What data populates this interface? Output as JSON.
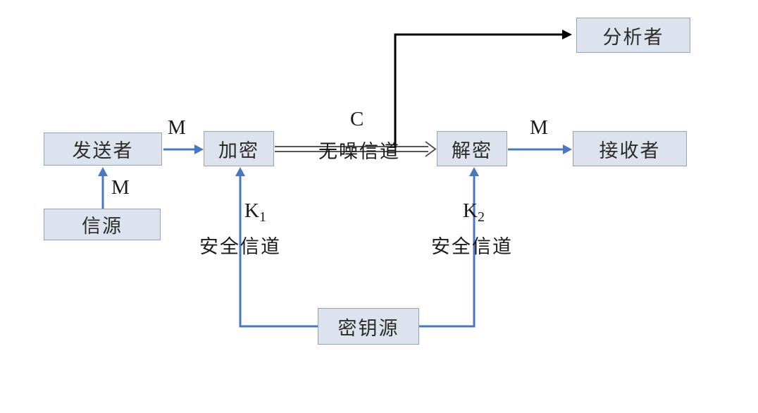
{
  "diagram": {
    "title_hint": "cryptosystem-model",
    "nodes": {
      "sender": "发送者",
      "source": "信源",
      "encrypt": "加密",
      "decrypt": "解密",
      "receiver": "接收者",
      "analyst": "分析者",
      "key_source": "密钥源"
    },
    "labels": {
      "m_sender_encrypt": "M",
      "m_source_sender": "M",
      "m_decrypt_receiver": "M",
      "c": "C",
      "noiseless_channel": "无噪信道",
      "k1_base": "K",
      "k1_sub": "1",
      "k2_base": "K",
      "k2_sub": "2",
      "secure_channel_left": "安全信道",
      "secure_channel_right": "安全信道"
    },
    "colors": {
      "box_fill": "#dce3ef",
      "box_border": "#98a2b3",
      "arrow_blue": "#4a77c4",
      "channel_line": "#555555",
      "arrow_black": "#000000"
    }
  }
}
